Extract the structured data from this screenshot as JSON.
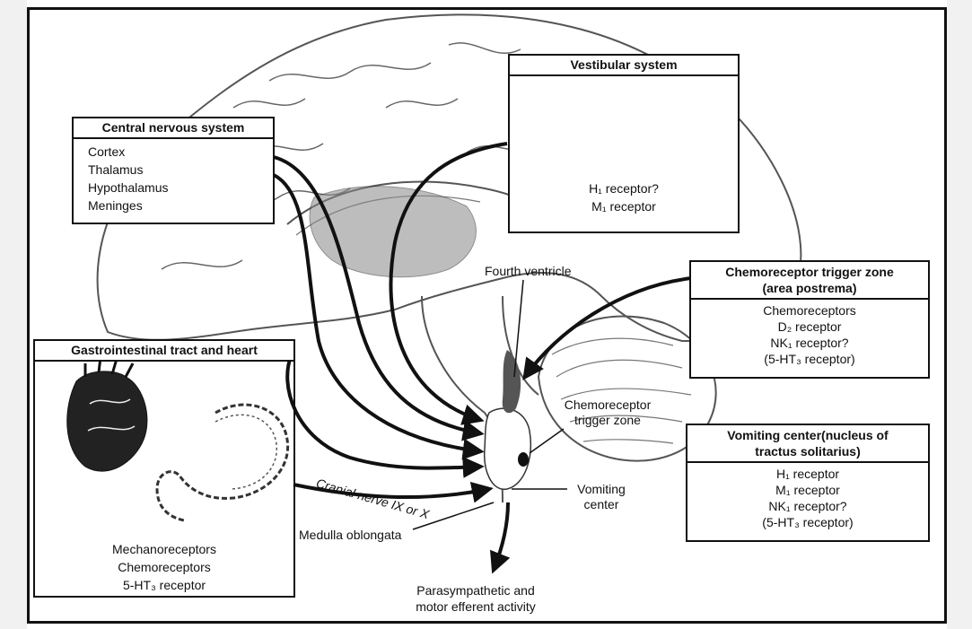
{
  "colors": {
    "ink": "#111111",
    "paper": "#ffffff",
    "sketch": "#555555"
  },
  "boxes": {
    "cns": {
      "title": "Central nervous system",
      "items": [
        "Cortex",
        "Thalamus",
        "Hypothalamus",
        "Meninges"
      ]
    },
    "vestibular": {
      "title": "Vestibular system",
      "items": [
        "H₁ receptor?",
        "M₁ receptor"
      ]
    },
    "ctz": {
      "title_line1": "Chemoreceptor trigger zone",
      "title_line2": "(area postrema)",
      "items": [
        "Chemoreceptors",
        "D₂ receptor",
        "NK₁ receptor?",
        "(5-HT₃ receptor)"
      ]
    },
    "gi": {
      "title": "Gastrointestinal tract and heart",
      "items": [
        "Mechanoreceptors",
        "Chemoreceptors",
        "5-HT₃ receptor"
      ]
    },
    "vomiting_center": {
      "title_line1": "Vomiting center(nucleus of",
      "title_line2": "tractus solitarius)",
      "items": [
        "H₁ receptor",
        "M₁ receptor",
        "NK₁ receptor?",
        "(5-HT₃ receptor)"
      ]
    }
  },
  "labels": {
    "fourth_ventricle": "Fourth ventricle",
    "ctz_line1": "Chemoreceptor",
    "ctz_line2": "trigger zone",
    "vomiting_line1": "Vomiting",
    "vomiting_line2": "center",
    "cranial_nerve": "Cranial nerve IX or X",
    "medulla": "Medulla oblongata",
    "output_line1": "Parasympathetic and",
    "output_line2": "motor efferent activity"
  }
}
